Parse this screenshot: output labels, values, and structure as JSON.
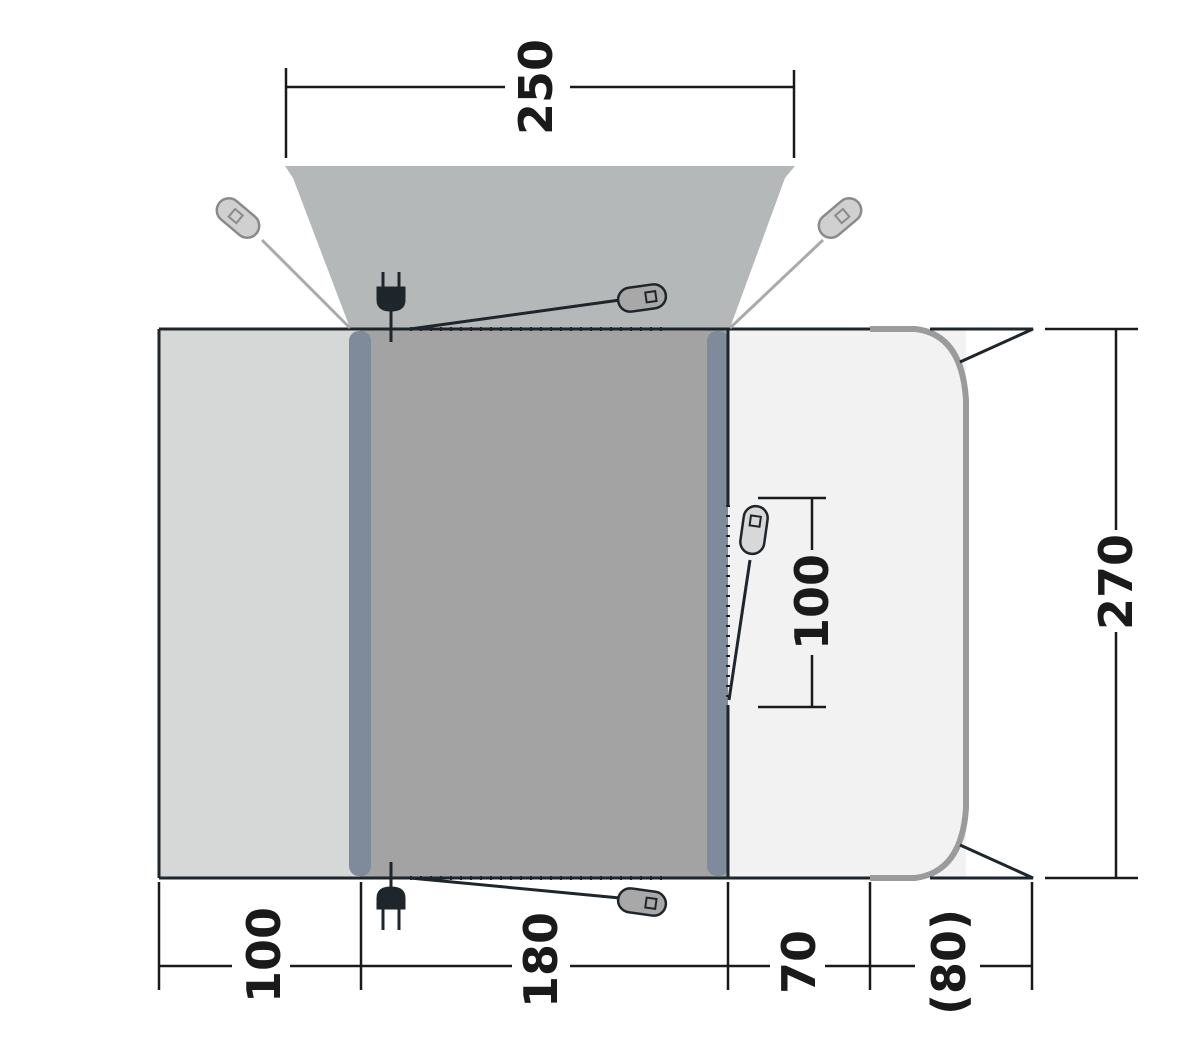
{
  "dimensions": {
    "canopy_width": "250",
    "total_depth": "270",
    "door_width": "100",
    "left_section": "100",
    "middle_section": "180",
    "right_section": "70",
    "extension": "(80)"
  },
  "colors": {
    "canopy": "#b5b8b9",
    "left_room": "#d6d8d8",
    "main_room": "#a3a3a3",
    "side_strip": "#7f8b9a",
    "right_area": "#f2f2f2",
    "outline": "#1e262b",
    "guy_line": "#aaaaaa",
    "dimension_line": "#1a1a1a"
  },
  "icons": [
    "plug-icon",
    "peg-icon"
  ]
}
